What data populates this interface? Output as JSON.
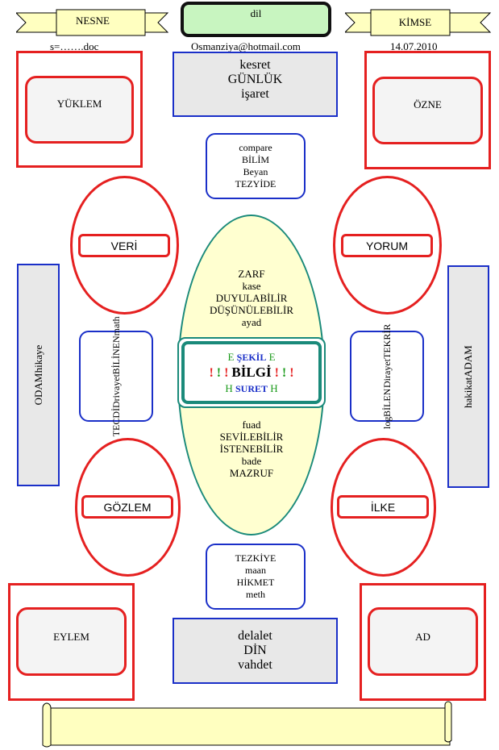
{
  "header": {
    "left_banner": "NESNE",
    "center_box": "dil",
    "right_banner": "KİMSE",
    "left_sub": "s=…….doc",
    "email": "Osmanziya@hotmail.com",
    "date": "14.07.2010"
  },
  "top_gray": [
    "kesret",
    "GÜNLÜK",
    "işaret"
  ],
  "bottom_gray": [
    "delalet",
    "DİN",
    "vahdet"
  ],
  "corners": {
    "top_left": "YÜKLEM",
    "top_right": "ÖZNE",
    "bottom_left": "EYLEM",
    "bottom_right": "AD"
  },
  "ellipses": {
    "upper_left": "VERİ",
    "upper_right": "YORUM",
    "lower_left": "GÖZLEM",
    "lower_right": "İLKE"
  },
  "top_blue": [
    "compare",
    "BİLİM",
    "Beyan",
    "TEZYİDE"
  ],
  "bottom_blue": [
    "TEZKİYE",
    "maan",
    "HİKMET",
    "meth"
  ],
  "left_blue": [
    "TECDİD",
    "rivayet",
    "BİLİNEN",
    "math"
  ],
  "right_blue": [
    "log",
    "BİLEN",
    "Dirayet",
    "TEKRİR"
  ],
  "left_side": [
    "ODAM",
    "hikaye"
  ],
  "right_side": [
    "hakikat",
    "ADAM"
  ],
  "center_oval_top": [
    "ZARF",
    "kase",
    "DUYULABİLİR",
    "DÜŞÜNÜLEBİLİR",
    "ayad"
  ],
  "center_oval_bottom": [
    "fuad",
    "SEVİLEBİLİR",
    "İSTENEBİLİR",
    "bade",
    "MAZRUF"
  ],
  "center_box": {
    "line1_e1": "E",
    "line1_word": "ŞEKİL",
    "line1_e2": "E",
    "excl_red1": "!",
    "excl_green": "!",
    "excl_red2": "!",
    "bilgi": "BİLGİ",
    "excl_red3": "!",
    "excl_green2": "!",
    "excl_red4": "!",
    "line3_h1": "H",
    "line3_word": "SURET",
    "line3_h2": "H"
  },
  "colors": {
    "red": "#e52020",
    "blue": "#1a2fc8",
    "teal": "#1a8a7a",
    "banner": "#ffffc0",
    "oval": "#ffffd0",
    "dil_box": "#c8f5c0"
  }
}
